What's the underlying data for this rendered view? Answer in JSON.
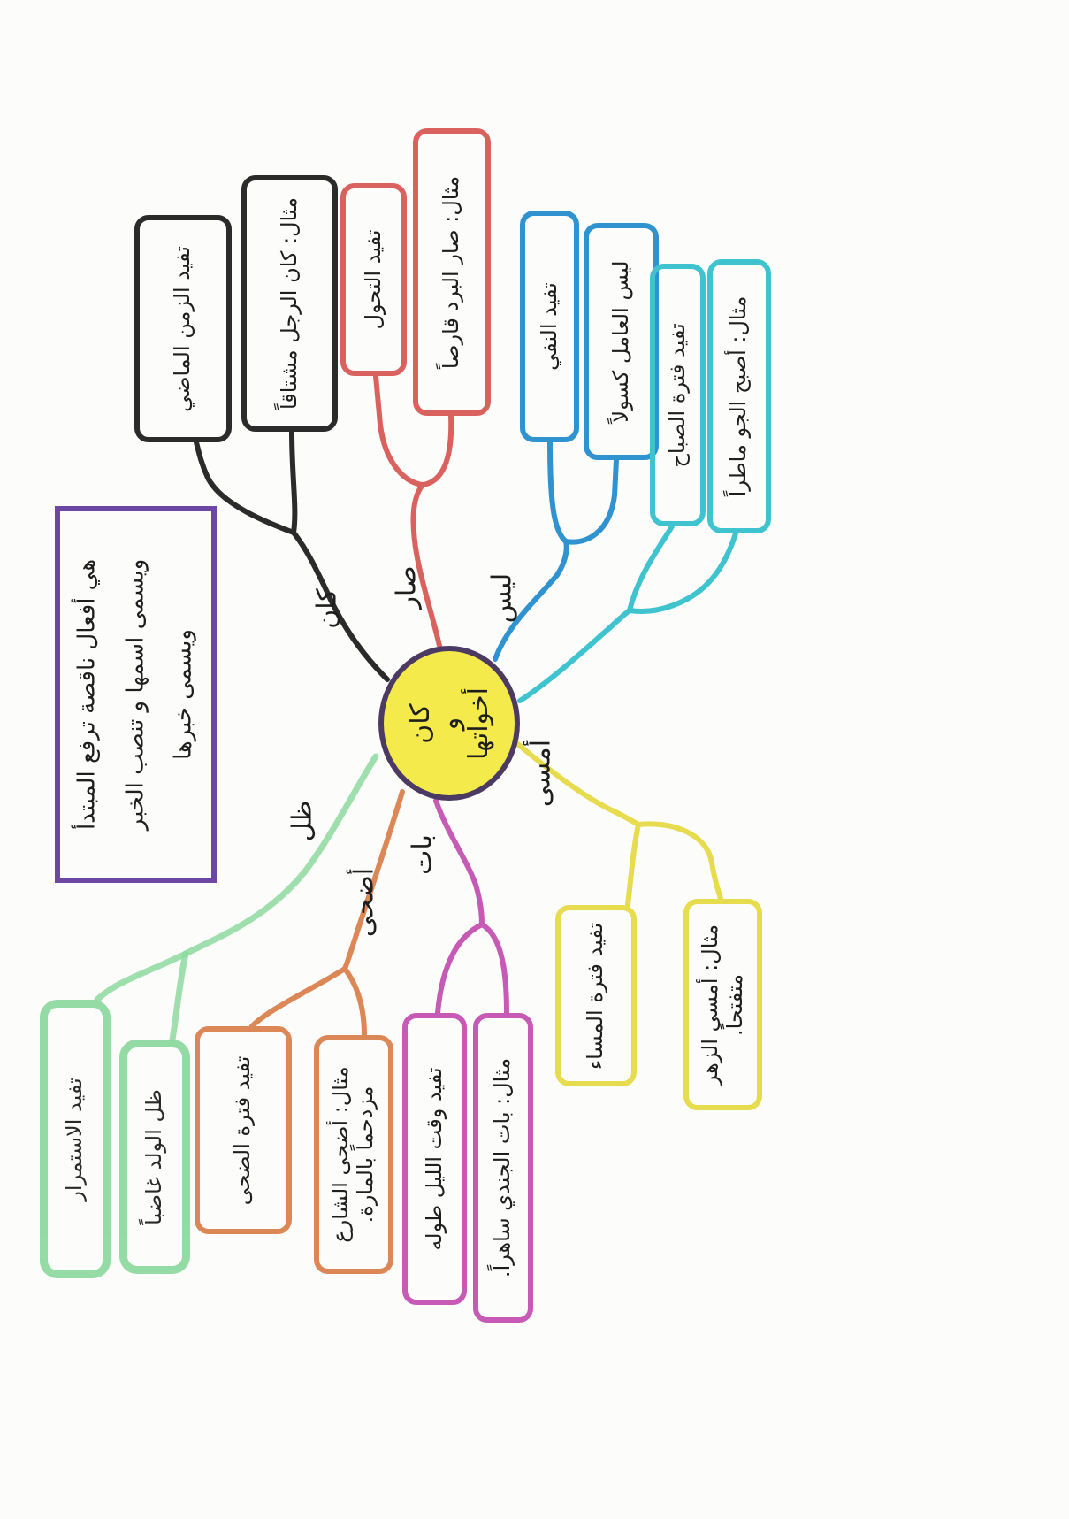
{
  "center": {
    "line1": "كان",
    "line2": "و",
    "line3": "أخواتها",
    "fill": "#f4ea4c",
    "border": "#4b3b63"
  },
  "definition": {
    "lines": [
      "هي أفعال ناقصة ترفع المبتدأ",
      "ويسمى اسمها و تنصب الخبر",
      "ويسمى خبرها"
    ],
    "color": "#6c47a3"
  },
  "branches": [
    {
      "label": "كان",
      "color": "#2b2b2b",
      "meaning": "تفيد الزمن الماضي",
      "example": "مثال: كان الرجل مشتاقاً"
    },
    {
      "label": "صار",
      "color": "#d9625e",
      "meaning": "تفيد التحول",
      "example": "مثال: صار البرد قارصاً"
    },
    {
      "label": "ليس",
      "color": "#2f93cf",
      "meaning": "تفيد النفي",
      "example": "ليس العامل كسولاً"
    },
    {
      "color": "#3fc3cf",
      "meaning": "تفيد فترة الصباح",
      "example": "مثال: أصبح الجو ماطراً"
    },
    {
      "label": "أمسى",
      "color": "#e6dc4e",
      "meaning": "تفيد فترة المساء",
      "example": "مثال: أمسى الزهر متفتحاً."
    },
    {
      "label": "بات",
      "color": "#c65ab4",
      "meaning": "تفيد وقت الليل طوله",
      "example": "مثال: بات الجندي ساهراً."
    },
    {
      "label": "أضحى",
      "color": "#dc8756",
      "meaning": "تفيد فترة الضحى",
      "example": "مثال: أضحى الشارع مزدحماً بالمارة."
    },
    {
      "label": "ظل",
      "color": "#8ed9a0",
      "meaning": "تفيد الاستمرار",
      "example": "ظل الولد غاضباً"
    }
  ]
}
